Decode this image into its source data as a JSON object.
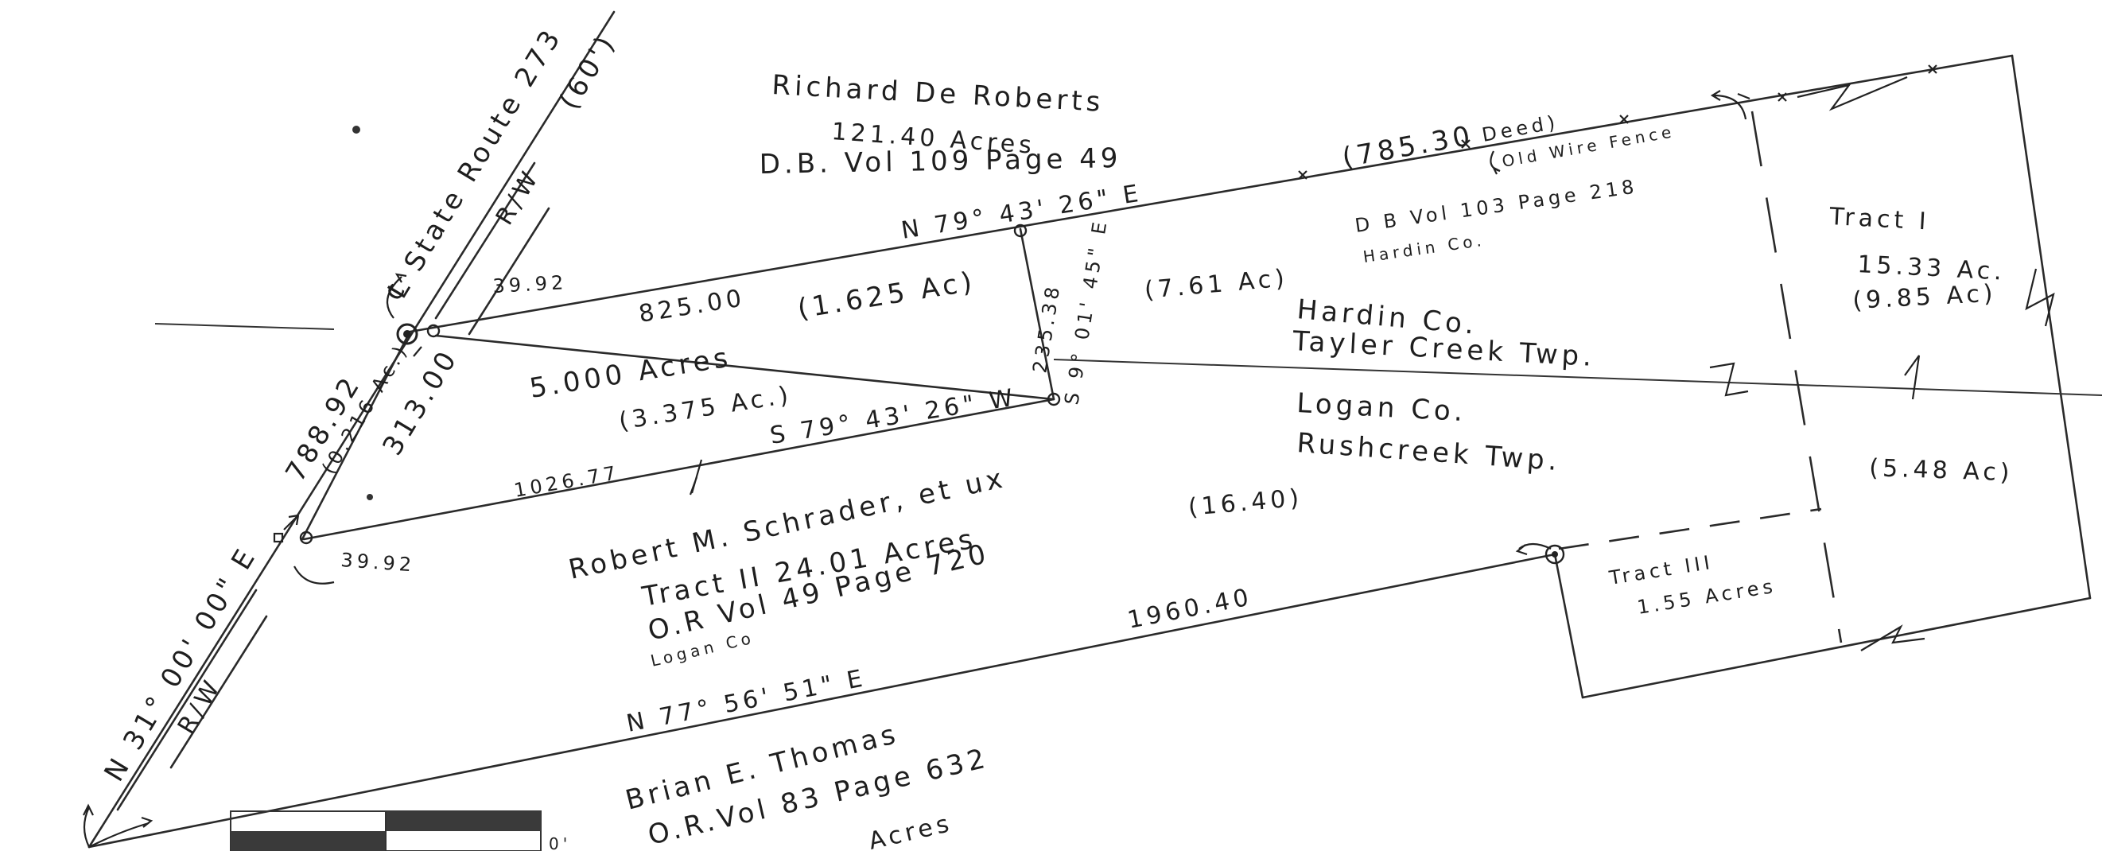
{
  "owners": {
    "north": {
      "name": "Richard De Roberts",
      "acres": "121.40 Acres",
      "deed": "D.B. Vol 109 Page 49"
    },
    "south": {
      "name": "Robert M. Schrader, et ux",
      "tract": "Tract II  24.01 Acres",
      "record": "O.R Vol 49 Page 720",
      "county": "Logan Co"
    },
    "bottom": {
      "name": "Brian E. Thomas",
      "record": "O.R.Vol 83 Page 632",
      "acres": "Acres"
    }
  },
  "road": {
    "name": "℄ State Route 273",
    "width": "(60')",
    "rw_top": "R/W",
    "rw_bottom": "R/W",
    "bearing": "N 31° 00' 00\" E"
  },
  "bearings": {
    "north_line": "N 79° 43' 26\" E",
    "south_small": "S 79° 43' 26\" W",
    "south_line": "N 77° 56' 51\" E",
    "east_small": "S 9° 01' 45\" E"
  },
  "distances": {
    "d1": "825.00",
    "d2": "1026.77",
    "d3": "788.92",
    "d4": "313.00",
    "d5": "39.92",
    "d6": "39.92",
    "d7": "235.38",
    "d8": "1960.40",
    "deed_dist": "(785.30",
    "deed_label": "Deed)"
  },
  "parcels": {
    "main_acres": "5.000 Acres",
    "main_sub": "(3.375 Ac.)",
    "small_ac": "(0.216 Ac.)",
    "p1": "(1.625 Ac)",
    "p2": "(7.61 Ac)",
    "p3": "(16.40)",
    "p4": "(5.48 Ac)",
    "tract1_title": "Tract I",
    "tract1_acres": "15.33 Ac.",
    "tract1_sub": "(9.85 Ac)",
    "tract3_title": "Tract III",
    "tract3_acres": "1.55 Acres"
  },
  "jurisdictions": {
    "hardin": "Hardin Co.",
    "tayler": "Tayler Creek Twp.",
    "logan": "Logan Co.",
    "rushcreek": "Rushcreek Twp."
  },
  "deed_note": {
    "vol": "D B Vol 103  Page 218",
    "county": "Hardin Co."
  },
  "fence": "Old Wire Fence",
  "scale_mark": "0'"
}
